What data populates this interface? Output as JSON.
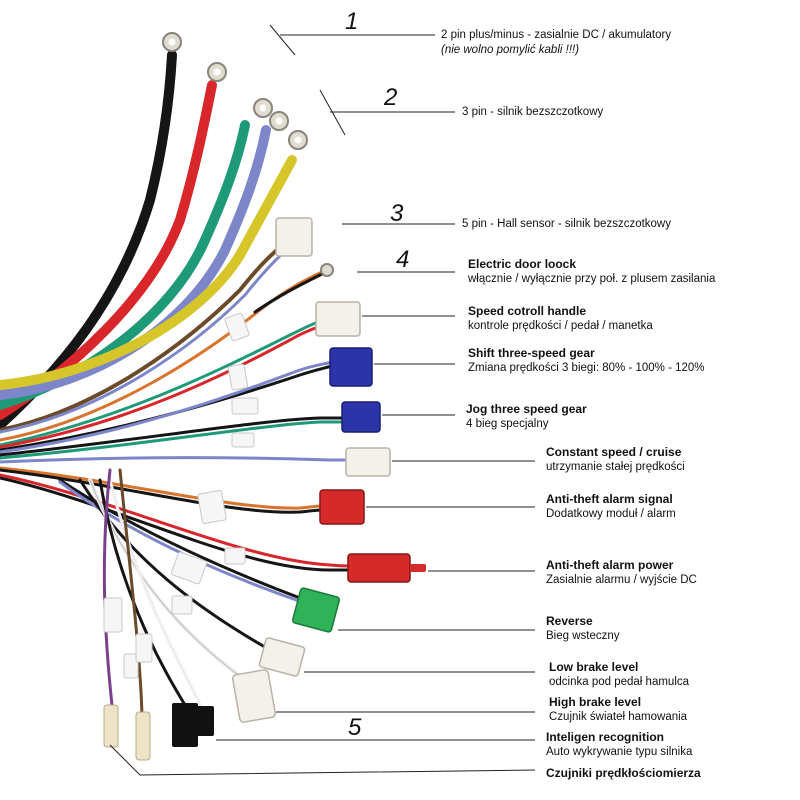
{
  "numbers": [
    "1",
    "2",
    "3",
    "4",
    "5"
  ],
  "labels": [
    {
      "key": "pin2",
      "title": "",
      "sub": [
        "2 pin plus/minus - zasialnie DC / akumulatory",
        "(nie wolno pomylić kabli !!!)"
      ]
    },
    {
      "key": "pin3",
      "title": "",
      "sub": [
        "3 pin - silnik bezszczotkowy"
      ]
    },
    {
      "key": "pin5",
      "title": "",
      "sub": [
        "5 pin - Hall sensor - silnik bezszczotkowy"
      ]
    },
    {
      "key": "door",
      "title": "Electric door loock",
      "sub": [
        "włącznie / wyłącznie przy poł. z plusem zasilania"
      ]
    },
    {
      "key": "speed",
      "title": "Speed cotroll handle",
      "sub": [
        "kontrole prędkości / pedał / manetka"
      ]
    },
    {
      "key": "shift",
      "title": "Shift three-speed gear",
      "sub": [
        "Zmiana prędkości 3 biegi: 80% - 100% - 120%"
      ]
    },
    {
      "key": "jog",
      "title": "Jog three speed gear",
      "sub": [
        "4 bieg specjalny"
      ]
    },
    {
      "key": "cruise",
      "title": "Constant speed / cruise",
      "sub": [
        "utrzymanie stałej prędkości"
      ]
    },
    {
      "key": "alarmsig",
      "title": "Anti-theft alarm signal",
      "sub": [
        "Dodatkowy moduł / alarm"
      ]
    },
    {
      "key": "alarmpow",
      "title": "Anti-theft alarm power",
      "sub": [
        "Zasialnie alarmu / wyjście DC"
      ]
    },
    {
      "key": "reverse",
      "title": "Reverse",
      "sub": [
        "Bieg wsteczny"
      ]
    },
    {
      "key": "lowbrake",
      "title": "Low brake level",
      "sub": [
        "odcinka pod pedał hamulca"
      ]
    },
    {
      "key": "highbrake",
      "title": "High brake level",
      "sub": [
        "Czujnik świateł hamowania"
      ]
    },
    {
      "key": "intel",
      "title": "Inteligen recognition",
      "sub": [
        "Auto wykrywanie typu silnika"
      ]
    },
    {
      "key": "speedo",
      "title": "Czujniki prędkłościomierza",
      "sub": []
    }
  ],
  "colors": {
    "black": "#151515",
    "red": "#d8262b",
    "green": "#1f9a78",
    "blue": "#7d86c9",
    "yellow": "#d6c62a",
    "orange": "#d9742e",
    "brown": "#6b4a2a",
    "white": "#eeeeee",
    "purple": "#7b3f8e",
    "connector_white": "#f3f1ea",
    "connector_blue": "#2b34a8",
    "connector_red": "#d42a2a",
    "connector_green": "#2fb25a",
    "connector_black": "#111111"
  }
}
